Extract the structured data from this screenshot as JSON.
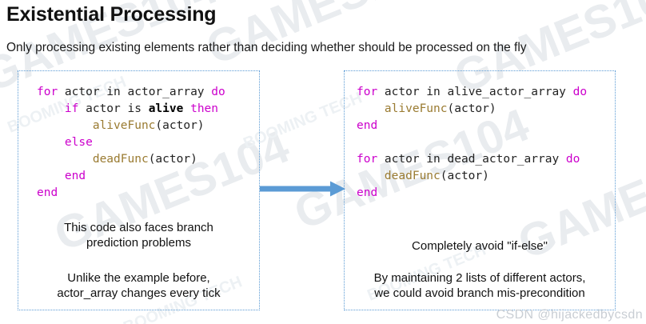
{
  "slide": {
    "title": "Existential Processing",
    "subtitle": "Only processing existing elements rather than deciding whether should be processed on the fly",
    "accent_blue": "#5b9bd5",
    "keyword_color": "#cc00cc",
    "function_color": "#9a7b31",
    "text_color": "#111111",
    "background": "#ffffff"
  },
  "left_panel": {
    "code": {
      "lines": [
        {
          "indent": 0,
          "tokens": [
            {
              "t": "for",
              "c": "kw"
            },
            {
              "t": " actor in actor_array ",
              "c": "id"
            },
            {
              "t": "do",
              "c": "kw"
            }
          ]
        },
        {
          "indent": 1,
          "tokens": [
            {
              "t": "if",
              "c": "kw"
            },
            {
              "t": " actor is ",
              "c": "id"
            },
            {
              "t": "alive",
              "c": "bd"
            },
            {
              "t": " ",
              "c": "id"
            },
            {
              "t": "then",
              "c": "kw"
            }
          ]
        },
        {
          "indent": 2,
          "tokens": [
            {
              "t": "aliveFunc",
              "c": "fn"
            },
            {
              "t": "(actor)",
              "c": "id"
            }
          ]
        },
        {
          "indent": 1,
          "tokens": [
            {
              "t": "else",
              "c": "kw"
            }
          ]
        },
        {
          "indent": 2,
          "tokens": [
            {
              "t": "deadFunc",
              "c": "fn"
            },
            {
              "t": "(actor)",
              "c": "id"
            }
          ]
        },
        {
          "indent": 1,
          "tokens": [
            {
              "t": "end",
              "c": "kw"
            }
          ]
        },
        {
          "indent": 0,
          "tokens": [
            {
              "t": "end",
              "c": "kw"
            }
          ]
        }
      ],
      "plain": "for actor in actor_array do\n    if actor is alive then\n        aliveFunc(actor)\n    else\n        deadFunc(actor)\n    end\nend"
    },
    "note_1_line_1": "This code also faces branch",
    "note_1_line_2": "prediction problems",
    "note_2_line_1": "Unlike the example before,",
    "note_2_line_2": "actor_array changes every tick"
  },
  "right_panel": {
    "code": {
      "lines": [
        {
          "indent": 0,
          "tokens": [
            {
              "t": "for",
              "c": "kw"
            },
            {
              "t": " actor in alive_actor_array ",
              "c": "id"
            },
            {
              "t": "do",
              "c": "kw"
            }
          ]
        },
        {
          "indent": 1,
          "tokens": [
            {
              "t": "aliveFunc",
              "c": "fn"
            },
            {
              "t": "(actor)",
              "c": "id"
            }
          ]
        },
        {
          "indent": 0,
          "tokens": [
            {
              "t": "end",
              "c": "kw"
            }
          ]
        },
        {
          "indent": 0,
          "tokens": []
        },
        {
          "indent": 0,
          "tokens": [
            {
              "t": "for",
              "c": "kw"
            },
            {
              "t": " actor in dead_actor_array ",
              "c": "id"
            },
            {
              "t": "do",
              "c": "kw"
            }
          ]
        },
        {
          "indent": 1,
          "tokens": [
            {
              "t": "deadFunc",
              "c": "fn"
            },
            {
              "t": "(actor)",
              "c": "id"
            }
          ]
        },
        {
          "indent": 0,
          "tokens": [
            {
              "t": "end",
              "c": "kw"
            }
          ]
        }
      ],
      "plain": "for actor in alive_actor_array do\n    aliveFunc(actor)\nend\n\nfor actor in dead_actor_array do\n    deadFunc(actor)\nend"
    },
    "note_1_line_1": "Completely avoid \"if-else\"",
    "note_2_line_1": "By maintaining 2 lists of different actors,",
    "note_2_line_2": "we could avoid branch mis-precondition"
  },
  "arrow": {
    "label": "transform-arrow",
    "color": "#5b9bd5"
  },
  "watermarks": {
    "big": "GAMES104",
    "small": "BOOMING TECH",
    "footer": "CSDN @hijackedbycsdn"
  }
}
